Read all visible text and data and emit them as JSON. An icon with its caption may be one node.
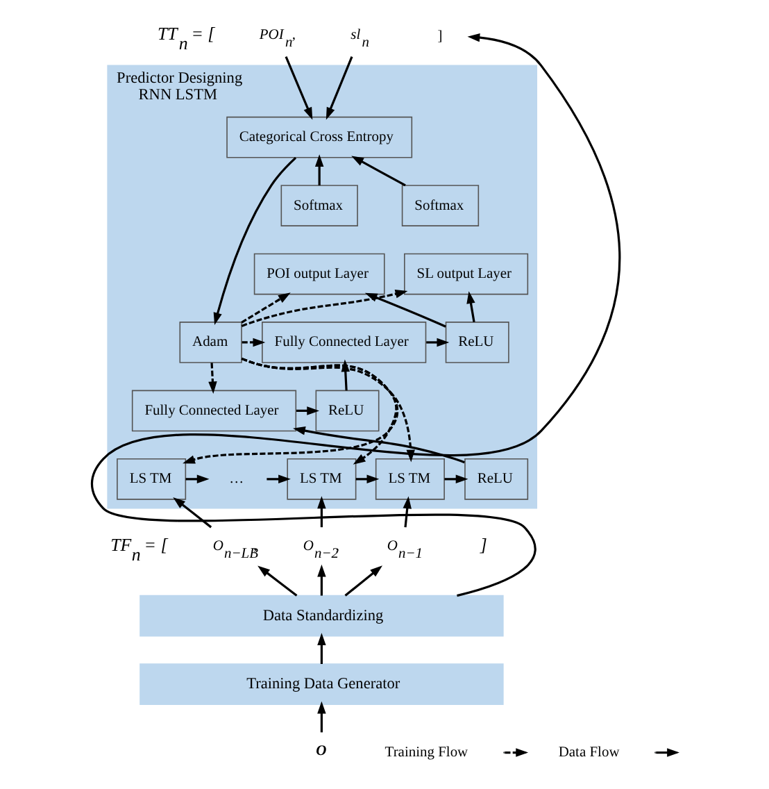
{
  "diagram": {
    "nodes": [
      {
        "text": [
          "Predictor Designing",
          "RNN LSTM"
        ]
      },
      {
        "text": [
          "Categorical Cross Entropy"
        ],
        "in": 0
      },
      {
        "text": [
          "Softmax"
        ],
        "in": 0
      },
      {
        "text": [
          "POI output Layer"
        ],
        "in": 0
      },
      {
        "text": [
          "Softmax"
        ],
        "in": 0
      },
      {
        "text": [
          "SL output Layer"
        ],
        "in": 0
      },
      {
        "text": [
          "Adam"
        ],
        "in": 0
      },
      {
        "text": [
          "Fully Connected Layer"
        ],
        "in": 0
      },
      {
        "text": [
          "ReLU"
        ],
        "in": 0
      },
      {
        "text": [
          "Fully Connected Layer"
        ],
        "in": 0
      },
      {
        "text": [
          "ReLU"
        ],
        "in": 0
      },
      {
        "text": [
          "LS TM"
        ],
        "in": 0
      },
      {
        "text": [
          "…"
        ],
        "in": 0
      },
      {
        "text": [
          "LS TM"
        ],
        "in": 0
      },
      {
        "text": [
          "LS TM"
        ],
        "in": 0
      },
      {
        "text": [
          "ReLU"
        ],
        "in": 0
      },
      {
        "text": [
          "POI$_{n}$,"
        ]
      },
      {
        "text": [
          "sl$_{n}$"
        ]
      },
      {
        "text": [
          "]"
        ]
      },
      {
        "text": [
          "O$_{n−LB}$,"
        ]
      },
      {
        "text": [
          "O$_{n−2}$,"
        ]
      },
      {
        "text": [
          "O$_{n−1}$"
        ]
      },
      {
        "text": [
          "Data Standardizing"
        ]
      },
      {
        "text": [
          "Training Data Generator"
        ]
      },
      {
        "text": [
          "O"
        ]
      }
    ],
    "edges": [
      {
        "from": 16,
        "to": 1,
        "arrow": "to"
      },
      {
        "from": 17,
        "to": 1,
        "arrow": "to"
      },
      {
        "from": 2,
        "to": 1,
        "arrow": "to"
      },
      {
        "from": 4,
        "to": 1,
        "arrow": "to"
      },
      {
        "from": 1,
        "to": 6,
        "arrow": "to"
      },
      {
        "from": 6,
        "to": 3,
        "arrow": "to",
        "style": "dashed"
      },
      {
        "from": 6,
        "to": 5,
        "arrow": "to",
        "style": "dashed"
      },
      {
        "from": 6,
        "to": 7,
        "arrow": "to",
        "style": "dashed"
      },
      {
        "from": 6,
        "to": 9,
        "arrow": "to",
        "style": "dashed"
      },
      {
        "from": 6,
        "to": 11,
        "arrow": "to",
        "style": "dashed"
      },
      {
        "from": 6,
        "to": 13,
        "arrow": "to",
        "style": "dashed"
      },
      {
        "from": 6,
        "to": 14,
        "arrow": "to",
        "style": "dashed"
      },
      {
        "from": 7,
        "to": 8,
        "arrow": "to"
      },
      {
        "from": 8,
        "to": 3,
        "arrow": "to"
      },
      {
        "from": 8,
        "to": 5,
        "arrow": "to"
      },
      {
        "from": 9,
        "to": 10,
        "arrow": "to"
      },
      {
        "from": 10,
        "to": 7,
        "arrow": "to"
      },
      {
        "from": 11,
        "to": 12,
        "arrow": "to"
      },
      {
        "from": 12,
        "to": 13,
        "arrow": "to"
      },
      {
        "from": 13,
        "to": 14,
        "arrow": "to"
      },
      {
        "from": 14,
        "to": 15,
        "arrow": "to"
      },
      {
        "from": 15,
        "to": 9,
        "arrow": "to"
      },
      {
        "from": 19,
        "to": 11,
        "arrow": "to"
      },
      {
        "from": 20,
        "to": 13,
        "arrow": "to"
      },
      {
        "from": 21,
        "to": 14,
        "arrow": "to"
      },
      {
        "from": 22,
        "to": 19,
        "arrow": "to"
      },
      {
        "from": 22,
        "to": 20,
        "arrow": "to"
      },
      {
        "from": 22,
        "to": 21,
        "arrow": "to"
      },
      {
        "from": 22,
        "to": 18,
        "arrow": "to"
      },
      {
        "from": 23,
        "to": 22,
        "arrow": "to"
      },
      {
        "from": 24,
        "to": 23,
        "arrow": "to"
      }
    ],
    "labels": [
      "TT$_{n}$ = [",
      "TF$_{n}$ = [",
      "]"
    ],
    "legend": [
      {
        "text": "Training Flow"
      },
      {
        "text": "Data Flow"
      }
    ]
  }
}
